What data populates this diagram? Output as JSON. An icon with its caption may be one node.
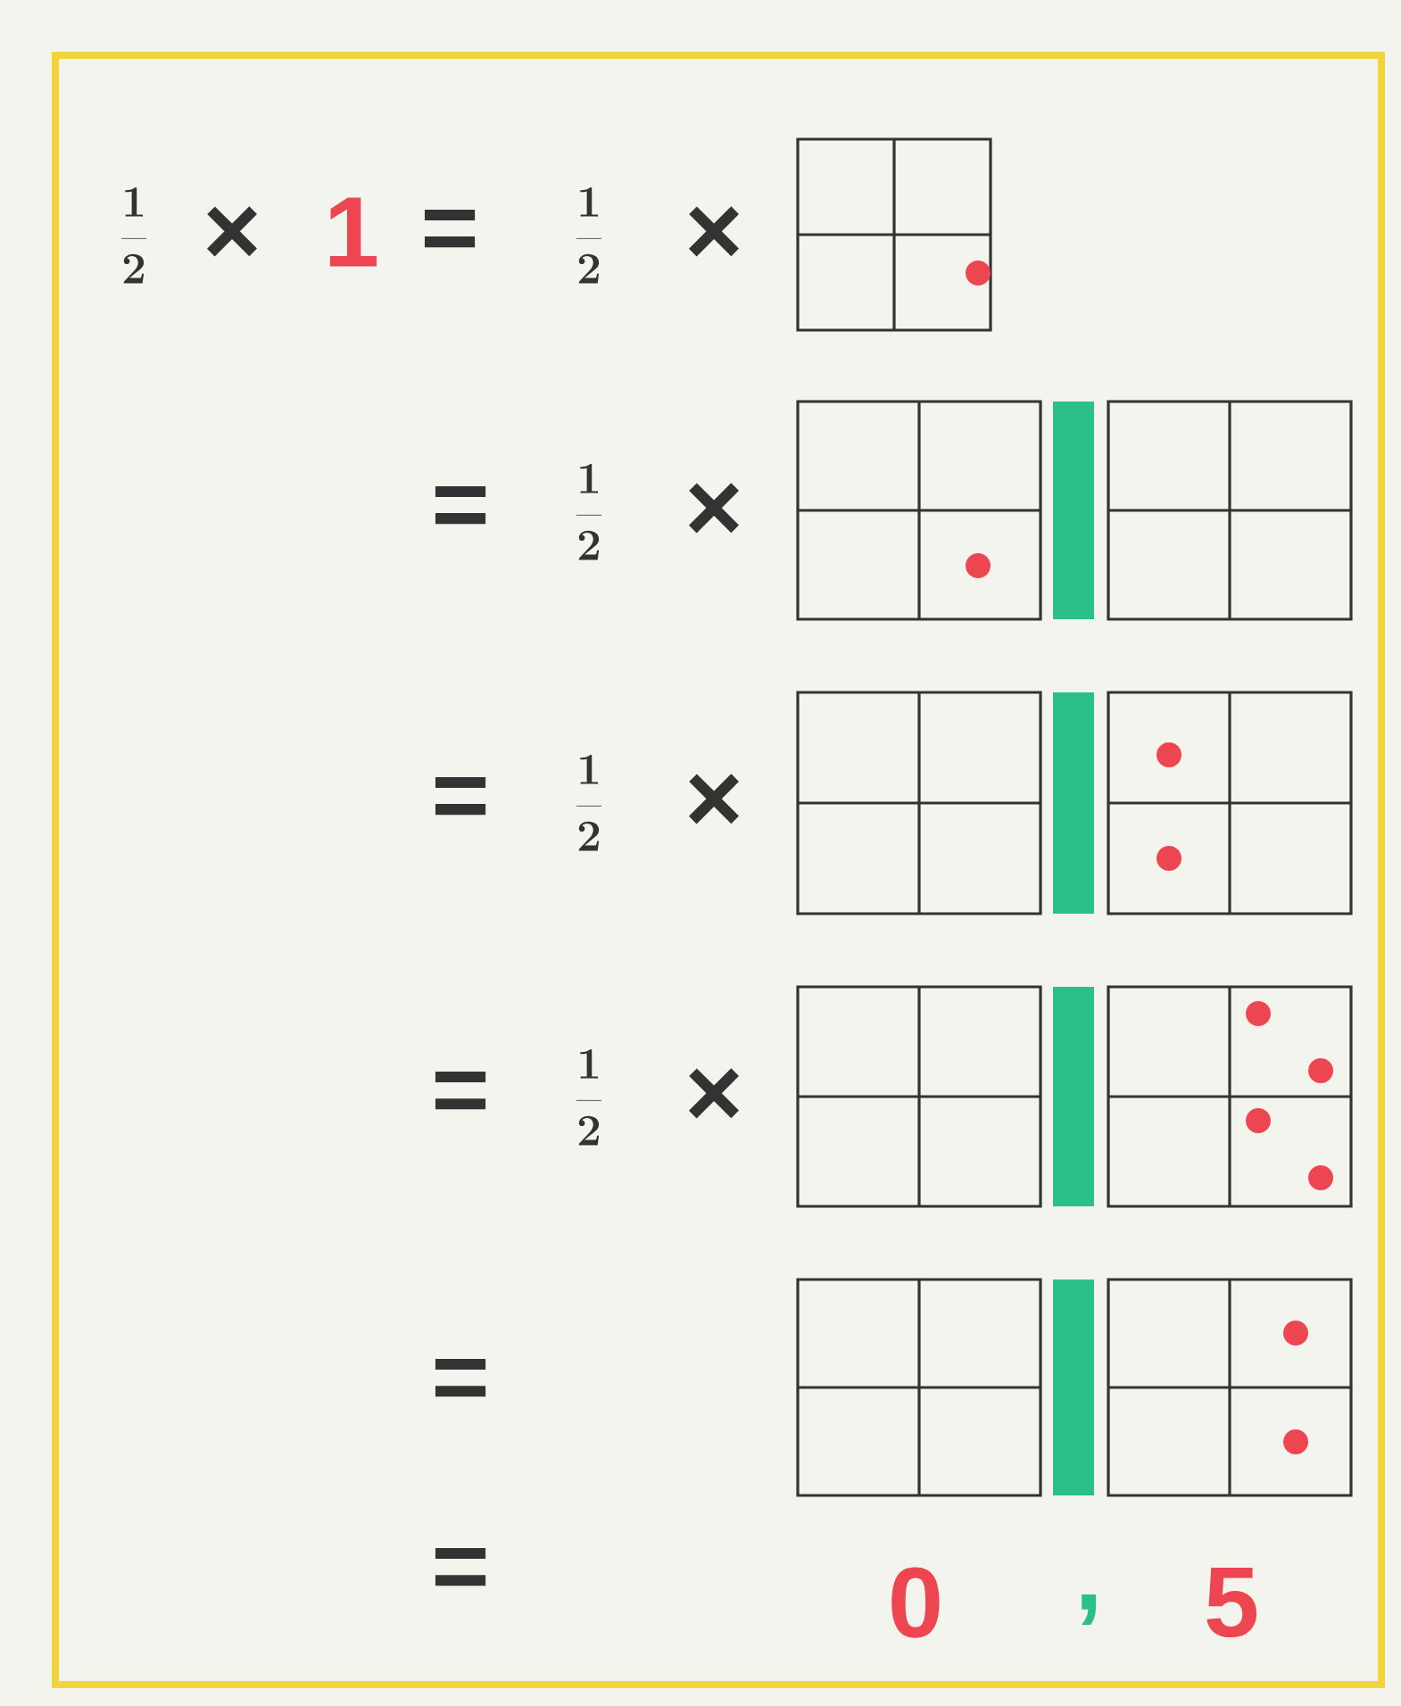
{
  "diagram": {
    "labels": [
      "\\frac{1}{2}",
      "×",
      "1",
      "=",
      "\\frac{1}{2}",
      "×",
      "=",
      "\\frac{1}{2}",
      "×",
      "=",
      "\\frac{1}{2}",
      "×",
      "=",
      "\\frac{1}{2}",
      "×",
      "=",
      "=",
      "0",
      ",",
      "5"
    ]
  }
}
